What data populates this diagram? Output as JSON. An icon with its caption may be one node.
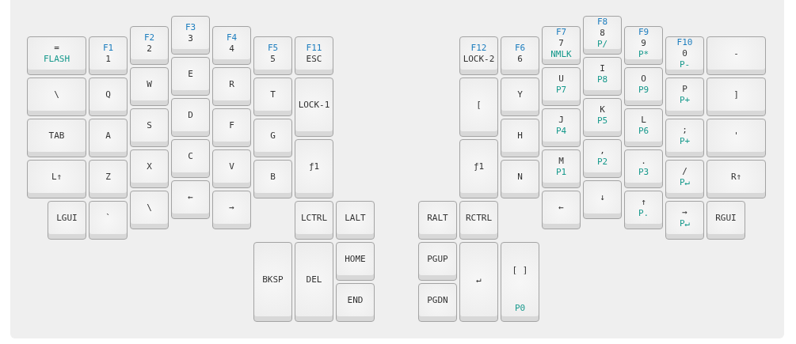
{
  "diagram": {
    "nodes": [
      {
        "text": [
          "=",
          "FLASH"
        ]
      },
      {
        "text": [
          "F1",
          "1"
        ]
      },
      {
        "text": [
          "F2",
          "2"
        ]
      },
      {
        "text": [
          "F3",
          "3"
        ]
      },
      {
        "text": [
          "F4",
          "4"
        ]
      },
      {
        "text": [
          "F5",
          "5"
        ]
      },
      {
        "text": [
          "F11",
          "ESC"
        ]
      },
      {
        "text": [
          "F12",
          "LOCK-2"
        ]
      },
      {
        "text": [
          "F6",
          "6"
        ]
      },
      {
        "text": [
          "F7",
          "7",
          "NMLK"
        ]
      },
      {
        "text": [
          "F8",
          "8",
          "P/"
        ]
      },
      {
        "text": [
          "F9",
          "9",
          "P*"
        ]
      },
      {
        "text": [
          "F10",
          "0",
          "P-"
        ]
      },
      {
        "text": [
          "-"
        ]
      },
      {
        "text": [
          "\\"
        ]
      },
      {
        "text": [
          "Q"
        ]
      },
      {
        "text": [
          "W"
        ]
      },
      {
        "text": [
          "E"
        ]
      },
      {
        "text": [
          "R"
        ]
      },
      {
        "text": [
          "T"
        ]
      },
      {
        "text": [
          "LOCK-1"
        ]
      },
      {
        "text": [
          "["
        ]
      },
      {
        "text": [
          "Y"
        ]
      },
      {
        "text": [
          "U",
          "P7"
        ]
      },
      {
        "text": [
          "I",
          "P8"
        ]
      },
      {
        "text": [
          "O",
          "P9"
        ]
      },
      {
        "text": [
          "P",
          "P+"
        ]
      },
      {
        "text": [
          "]"
        ]
      },
      {
        "text": [
          "TAB"
        ]
      },
      {
        "text": [
          "A"
        ]
      },
      {
        "text": [
          "S"
        ]
      },
      {
        "text": [
          "D"
        ]
      },
      {
        "text": [
          "F"
        ]
      },
      {
        "text": [
          "G"
        ]
      },
      {
        "text": [
          "H"
        ]
      },
      {
        "text": [
          "J",
          "P4"
        ]
      },
      {
        "text": [
          "K",
          "P5"
        ]
      },
      {
        "text": [
          "L",
          "P6"
        ]
      },
      {
        "text": [
          ";",
          "P+"
        ]
      },
      {
        "text": [
          "'"
        ]
      },
      {
        "text": [
          "L⇑"
        ]
      },
      {
        "text": [
          "Z"
        ]
      },
      {
        "text": [
          "X"
        ]
      },
      {
        "text": [
          "C"
        ]
      },
      {
        "text": [
          "V"
        ]
      },
      {
        "text": [
          "B"
        ]
      },
      {
        "text": [
          "ƒ1"
        ]
      },
      {
        "text": [
          "ƒ1"
        ]
      },
      {
        "text": [
          "N"
        ]
      },
      {
        "text": [
          "M",
          "P1"
        ]
      },
      {
        "text": [
          ",",
          "P2"
        ]
      },
      {
        "text": [
          ".",
          "P3"
        ]
      },
      {
        "text": [
          "/",
          "P↵"
        ]
      },
      {
        "text": [
          "R⇑"
        ]
      },
      {
        "text": [
          "LGUI"
        ]
      },
      {
        "text": [
          "`"
        ]
      },
      {
        "text": [
          "\\"
        ]
      },
      {
        "text": [
          "←"
        ]
      },
      {
        "text": [
          "→"
        ]
      },
      {
        "text": [
          "LCTRL"
        ]
      },
      {
        "text": [
          "LALT"
        ]
      },
      {
        "text": [
          "RALT"
        ]
      },
      {
        "text": [
          "RCTRL"
        ]
      },
      {
        "text": [
          "←"
        ]
      },
      {
        "text": [
          "↓"
        ]
      },
      {
        "text": [
          "↑",
          "P."
        ]
      },
      {
        "text": [
          "→",
          "P↵"
        ]
      },
      {
        "text": [
          "RGUI"
        ]
      },
      {
        "text": [
          "BKSP"
        ]
      },
      {
        "text": [
          "DEL"
        ]
      },
      {
        "text": [
          "HOME"
        ]
      },
      {
        "text": [
          "PGUP"
        ]
      },
      {
        "text": [
          "↵"
        ]
      },
      {
        "text": [
          "[ ]",
          "P0"
        ]
      },
      {
        "text": [
          "END"
        ]
      },
      {
        "text": [
          "PGDN"
        ]
      }
    ]
  }
}
